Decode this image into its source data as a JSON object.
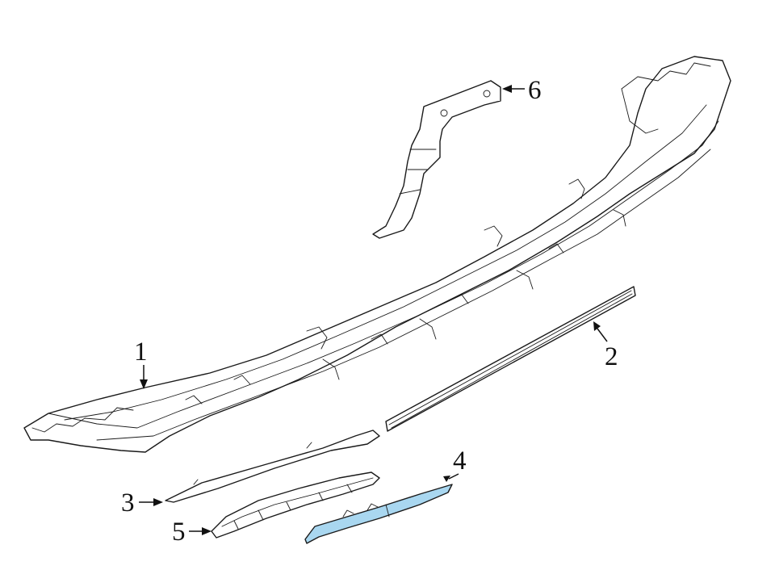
{
  "diagram": {
    "highlight_color": "#a9d7f0",
    "line_color": "#1a1a1a",
    "callouts": [
      {
        "id": "1",
        "label": "1"
      },
      {
        "id": "2",
        "label": "2"
      },
      {
        "id": "3",
        "label": "3"
      },
      {
        "id": "4",
        "label": "4"
      },
      {
        "id": "5",
        "label": "5"
      },
      {
        "id": "6",
        "label": "6"
      }
    ]
  }
}
